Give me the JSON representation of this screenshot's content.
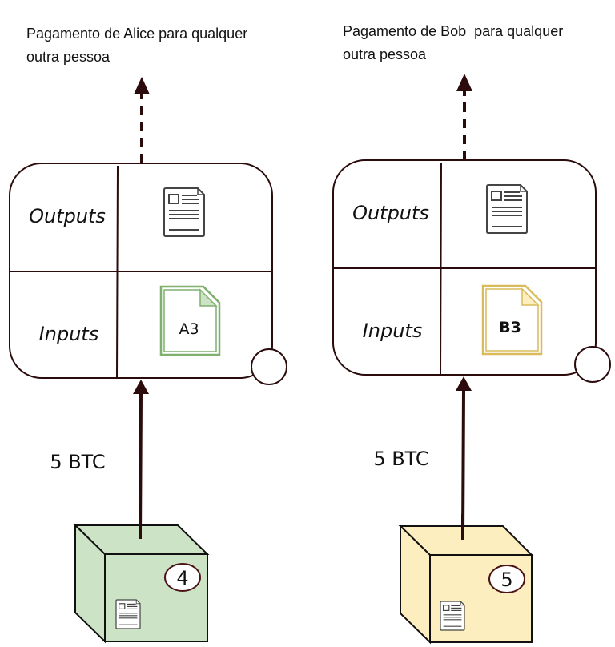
{
  "colors": {
    "line": "#2b0b0b",
    "alice_fill": "#cde3c6",
    "alice_stroke": "#7fb06d",
    "bob_fill": "#fdeebf",
    "bob_stroke": "#d9bb5a",
    "box_edge": "#111111",
    "doc_icon_stroke": "#444444"
  },
  "transactions": [
    {
      "id": "alice",
      "caption_line1": "Pagamento de Alice para qualquer",
      "caption_line2": "outra pessoa",
      "outputs_label": "Outputs",
      "inputs_label": "Inputs",
      "output_icon": "document-icon",
      "input_doc_label": "A3",
      "amount_label": "5 BTC",
      "source_box_number": "4",
      "source_box_icon": "document-icon"
    },
    {
      "id": "bob",
      "caption_line1": "Pagamento de Bob  para qualquer",
      "caption_line2": "outra pessoa",
      "outputs_label": "Outputs",
      "inputs_label": "Inputs",
      "output_icon": "document-icon",
      "input_doc_label": "B3",
      "amount_label": "5 BTC",
      "source_box_number": "5",
      "source_box_icon": "document-icon"
    }
  ]
}
